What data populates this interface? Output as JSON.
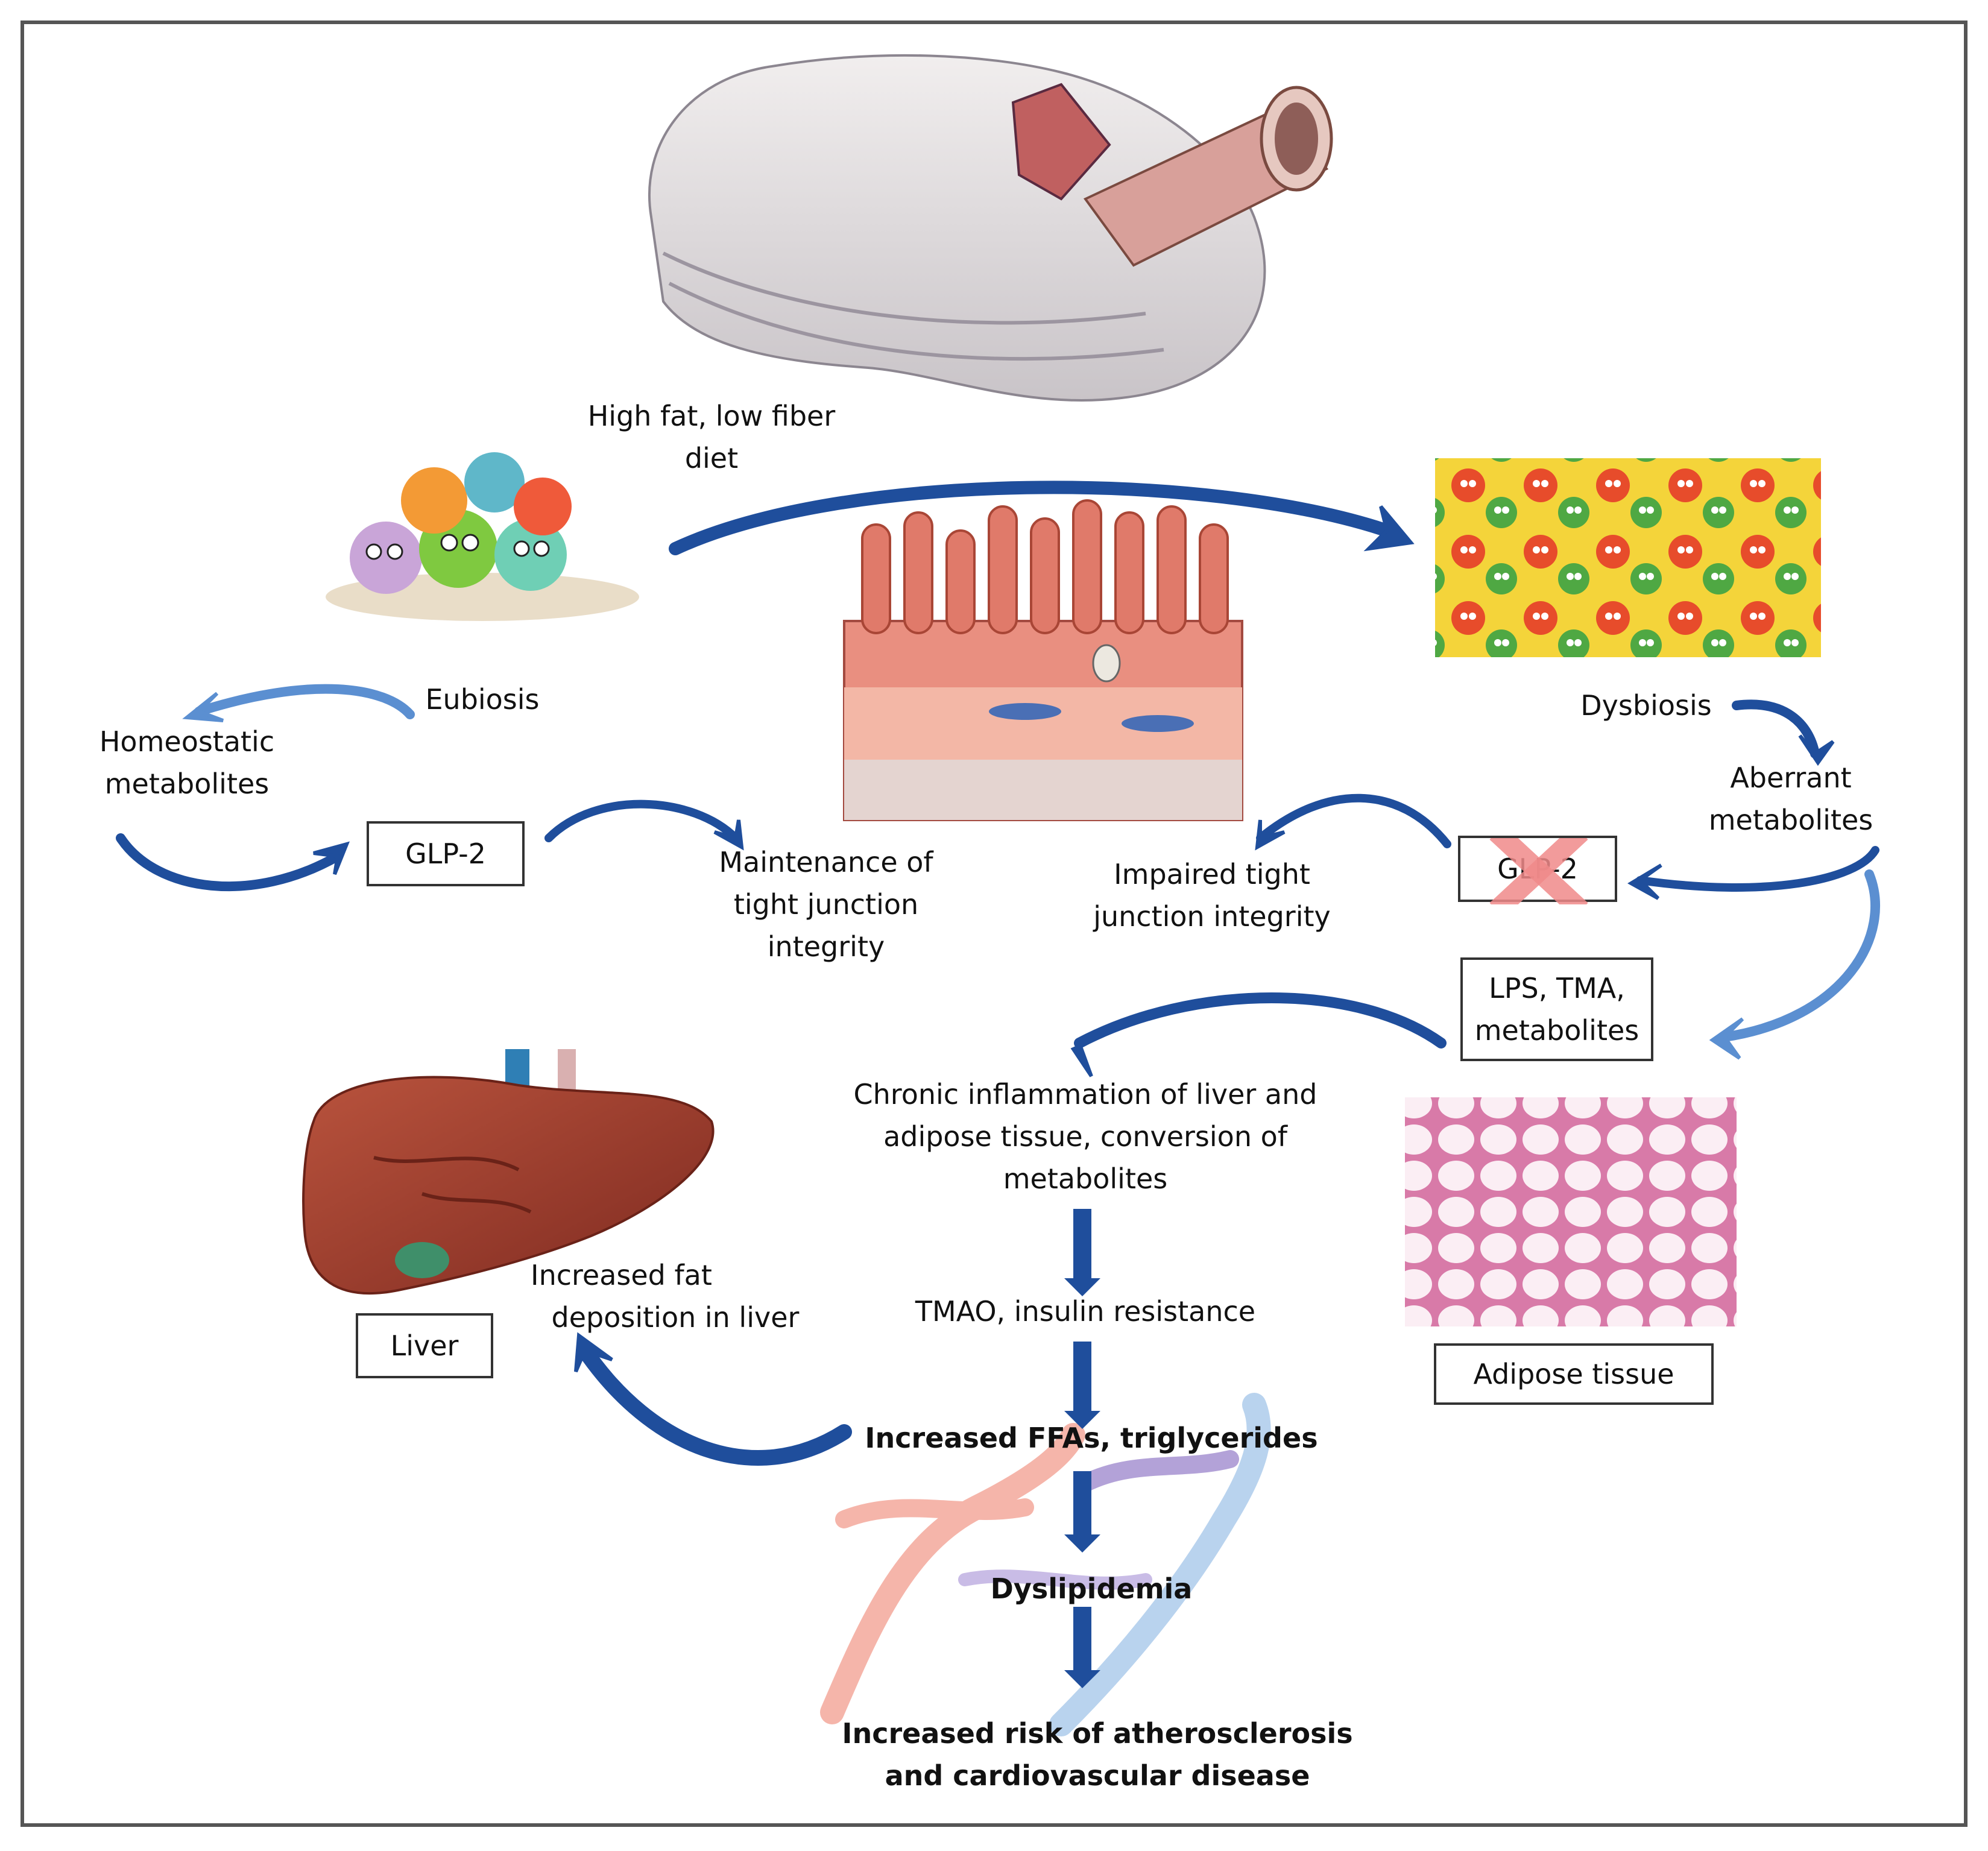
{
  "diet": {
    "line1": "High fat, low fiber",
    "line2": "diet"
  },
  "eubiosis": "Eubiosis",
  "homeostatic": {
    "line1": "Homeostatic",
    "line2": "metabolites"
  },
  "glp2_left": "GLP-2",
  "maintenance": {
    "line1": "Maintenance of",
    "line2": "tight junction",
    "line3": "integrity"
  },
  "impaired": {
    "line1": "Impaired tight",
    "line2": "junction integrity"
  },
  "glp2_right": "GLP-2",
  "dysbiosis": "Dysbiosis",
  "aberrant": {
    "line1": "Aberrant",
    "line2": "metabolites"
  },
  "lps": {
    "line1": "LPS, TMA,",
    "line2": "metabolites"
  },
  "chronic": {
    "line1": "Chronic inflammation of liver and",
    "line2": "adipose tissue, conversion of",
    "line3": "metabolites"
  },
  "tmao": "TMAO, insulin resistance",
  "ffa": "Increased FFAs, triglycerides",
  "dyslipidemia": "Dyslipidemia",
  "risk": {
    "line1": "Increased risk of atherosclerosis",
    "line2": "and cardiovascular disease"
  },
  "fat_liver": {
    "line1": "Increased fat",
    "line2": "deposition in liver"
  },
  "liver": "Liver",
  "adipose": "Adipose tissue",
  "colors": {
    "arrow": "#1f4e9c",
    "arrow_light": "#5b8fd1",
    "cross": "#f08a8a",
    "liver": "#a0402f"
  }
}
